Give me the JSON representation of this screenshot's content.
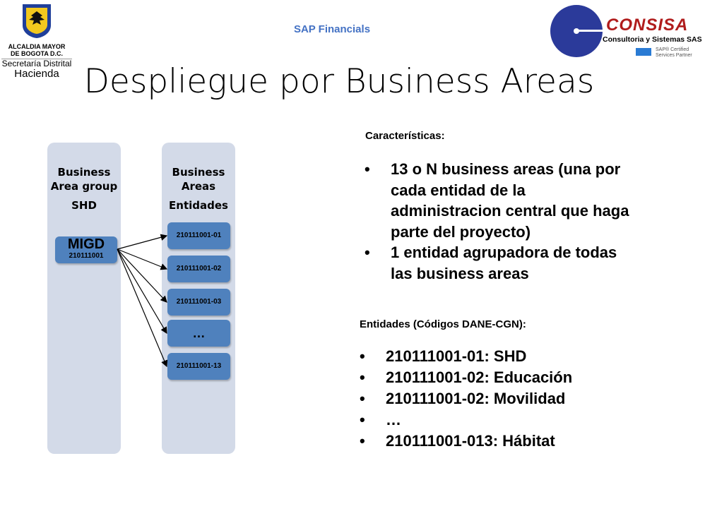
{
  "header": {
    "left_logo": {
      "line1": "ALCALDIA MAYOR",
      "line2": "DE BOGOTA D.C.",
      "line3": "Secretaría Distrital",
      "line4": "Hacienda"
    },
    "center_label": "SAP Financials",
    "right_logo": {
      "brand": "CONSISA",
      "subtitle": "Consultoria y Sistemas SAS",
      "badge": "SAP® Certified Services Partner"
    }
  },
  "title": "Despliegue por Business Areas",
  "diagram": {
    "left_column": {
      "line1": "Business",
      "line2": "Area group",
      "line3": "SHD"
    },
    "right_column": {
      "line1": "Business",
      "line2": "Areas",
      "line3": "Entidades"
    },
    "group_box": {
      "name": "MIGD",
      "code": "210111001"
    },
    "entities": [
      "210111001-01",
      "210111001-02",
      "210111001-03",
      "…",
      "210111001-13"
    ]
  },
  "caracteristicas": {
    "heading": "Características:",
    "bullets": [
      "13 o N business areas (una por cada entidad de la administracion central que haga parte del proyecto)",
      "1 entidad agrupadora de todas las business areas"
    ]
  },
  "entidades": {
    "heading": "Entidades (Códigos DANE-CGN):",
    "bullets": [
      "210111001-01: SHD",
      "210111001-02: Educación",
      "210111001-02: Movilidad",
      "…",
      "210111001-013: Hábitat"
    ]
  },
  "colors": {
    "column": "#d3dae8",
    "box": "#4f81bd",
    "accent": "#4472c4"
  }
}
